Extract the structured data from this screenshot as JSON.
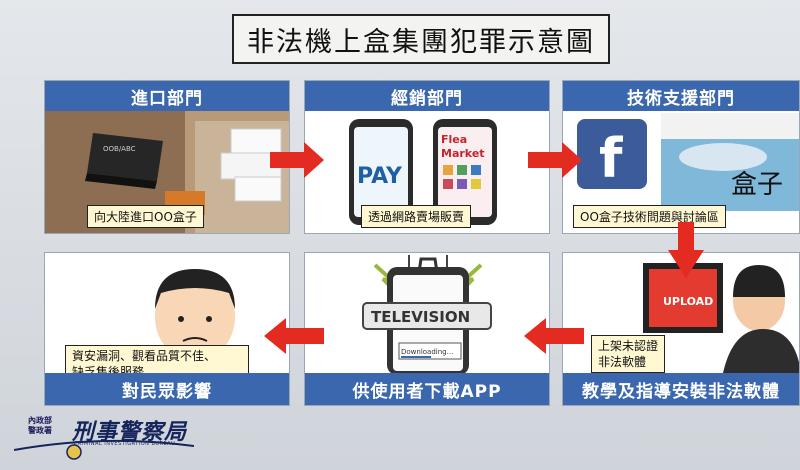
{
  "title": "非法機上盒集團犯罪示意圖",
  "panels": {
    "import": {
      "header": "進口部門",
      "caption": "向大陸進口OO盒子",
      "box_label": "OOB/ABC"
    },
    "dealer": {
      "header": "經銷部門",
      "caption": "透過網路賣場販賣",
      "pay_text": "PAY",
      "flea_market": "Flea\nMarket"
    },
    "support": {
      "header": "技術支援部門",
      "caption": "OO盒子技術問題與討論區",
      "fb_letter": "f",
      "box_word": "盒子"
    },
    "impact": {
      "footer": "對民眾影響",
      "caption_line1": "資安漏洞、觀看品質不佳、",
      "caption_line2": "缺乏售後服務"
    },
    "download": {
      "footer": "供使用者下載APP",
      "tv_label": "TELEVISION",
      "downloading": "Downloading..."
    },
    "teach": {
      "footer": "教學及指導安裝非法軟體",
      "caption_line1": "上架未認證",
      "caption_line2": "非法軟體",
      "upload": "UPLOAD"
    }
  },
  "logo": {
    "line1": "內政部",
    "line2": "警政署",
    "name": "刑事警察局",
    "sub": "CRIMINAL INVESTIGATION BUREAU"
  },
  "colors": {
    "header_blue": "#3a67ad",
    "arrow_red": "#e32b22",
    "caption_bg": "#fff8d2"
  }
}
